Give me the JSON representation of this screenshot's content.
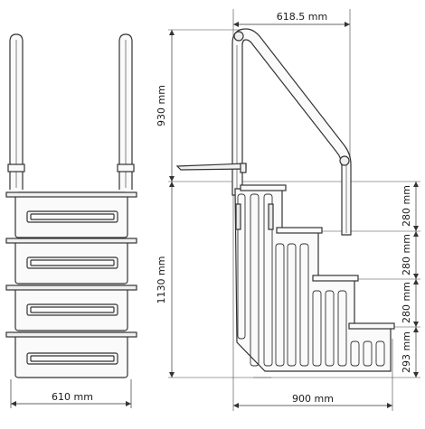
{
  "dimensions": {
    "front_width": "610 mm",
    "total_height": "1130 mm",
    "handrail_height": "930 mm",
    "handrail_reach": "618.5 mm",
    "base_depth": "900 mm",
    "step_rise_1": "280 mm",
    "step_rise_2": "280 mm",
    "step_rise_3": "280 mm",
    "step_rise_bottom": "293 mm"
  }
}
